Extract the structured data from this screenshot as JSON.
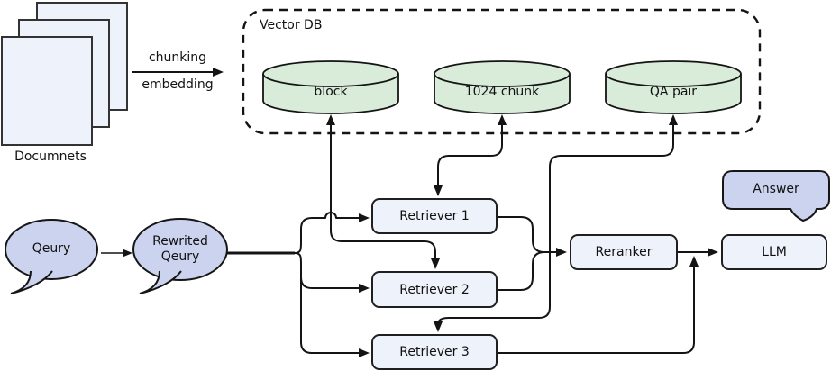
{
  "documents": {
    "label": "Documnets"
  },
  "chunking_arrow": {
    "top_label": "chunking",
    "bottom_label": "embedding"
  },
  "vector_db": {
    "title": "Vector DB",
    "stores": [
      {
        "label": "block"
      },
      {
        "label": "1024 chunk"
      },
      {
        "label": "QA pair"
      }
    ]
  },
  "query_bubble": {
    "label": "Qeury"
  },
  "rewritten_query_bubble": {
    "line1": "Rewrited",
    "line2": "Qeury"
  },
  "retrievers": [
    {
      "label": "Retriever 1"
    },
    {
      "label": "Retriever 2"
    },
    {
      "label": "Retriever 3"
    }
  ],
  "reranker": {
    "label": "Reranker"
  },
  "llm": {
    "label": "LLM"
  },
  "answer_bubble": {
    "label": "Answer"
  },
  "colors": {
    "node_fill": "#eef2fb",
    "bubble_fill": "#ccd3ee",
    "db_fill": "#d9ecda",
    "line": "#141414",
    "background": "#ffffff"
  }
}
